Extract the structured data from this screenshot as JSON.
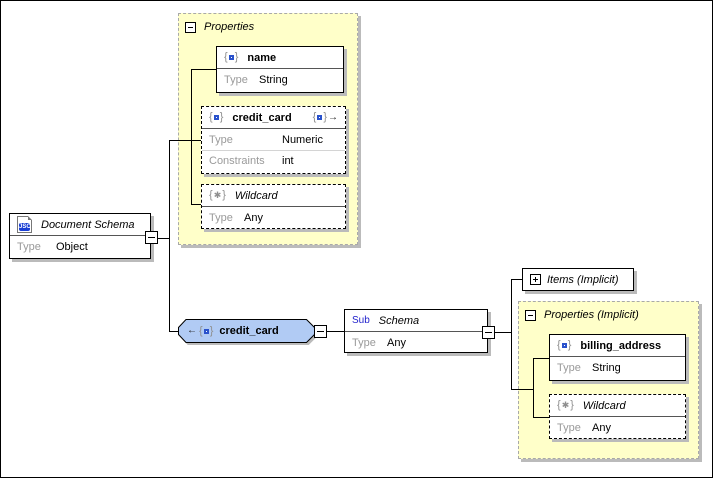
{
  "colors": {
    "container_fill": "#FFFFC9",
    "container_border": "#A9A9A9",
    "box_shadow": "#BBBBBB",
    "node_fill": "#B1CBF4",
    "label_gray": "#9A9A9A",
    "icon_blue": "#2A52CC",
    "sub_blue": "#2222CC"
  },
  "diagram": {
    "document_schema": {
      "badge": "JSO",
      "title": "Document Schema",
      "rows": [
        {
          "label": "Type",
          "value": "Object"
        }
      ]
    },
    "properties_container": {
      "label": "Properties"
    },
    "name_box": {
      "title": "name",
      "rows": [
        {
          "label": "Type",
          "value": "String"
        }
      ]
    },
    "credit_card_box": {
      "title": "credit_card",
      "rows": [
        {
          "label": "Type",
          "value": "Numeric"
        },
        {
          "label": "Constraints",
          "value": "int"
        }
      ]
    },
    "wildcard_box": {
      "title": "Wildcard",
      "rows": [
        {
          "label": "Type",
          "value": "Any"
        }
      ]
    },
    "credit_card_node": {
      "label": "credit_card"
    },
    "schema_box": {
      "prefix": "Sub",
      "title": "Schema",
      "rows": [
        {
          "label": "Type",
          "value": "Any"
        }
      ]
    },
    "items_box": {
      "label": "Items (Implicit)"
    },
    "properties_implicit_container": {
      "label": "Properties (Implicit)"
    },
    "billing_address_box": {
      "title": "billing_address",
      "rows": [
        {
          "label": "Type",
          "value": "String"
        }
      ]
    },
    "wildcard_implicit_box": {
      "title": "Wildcard",
      "rows": [
        {
          "label": "Type",
          "value": "Any"
        }
      ]
    }
  }
}
